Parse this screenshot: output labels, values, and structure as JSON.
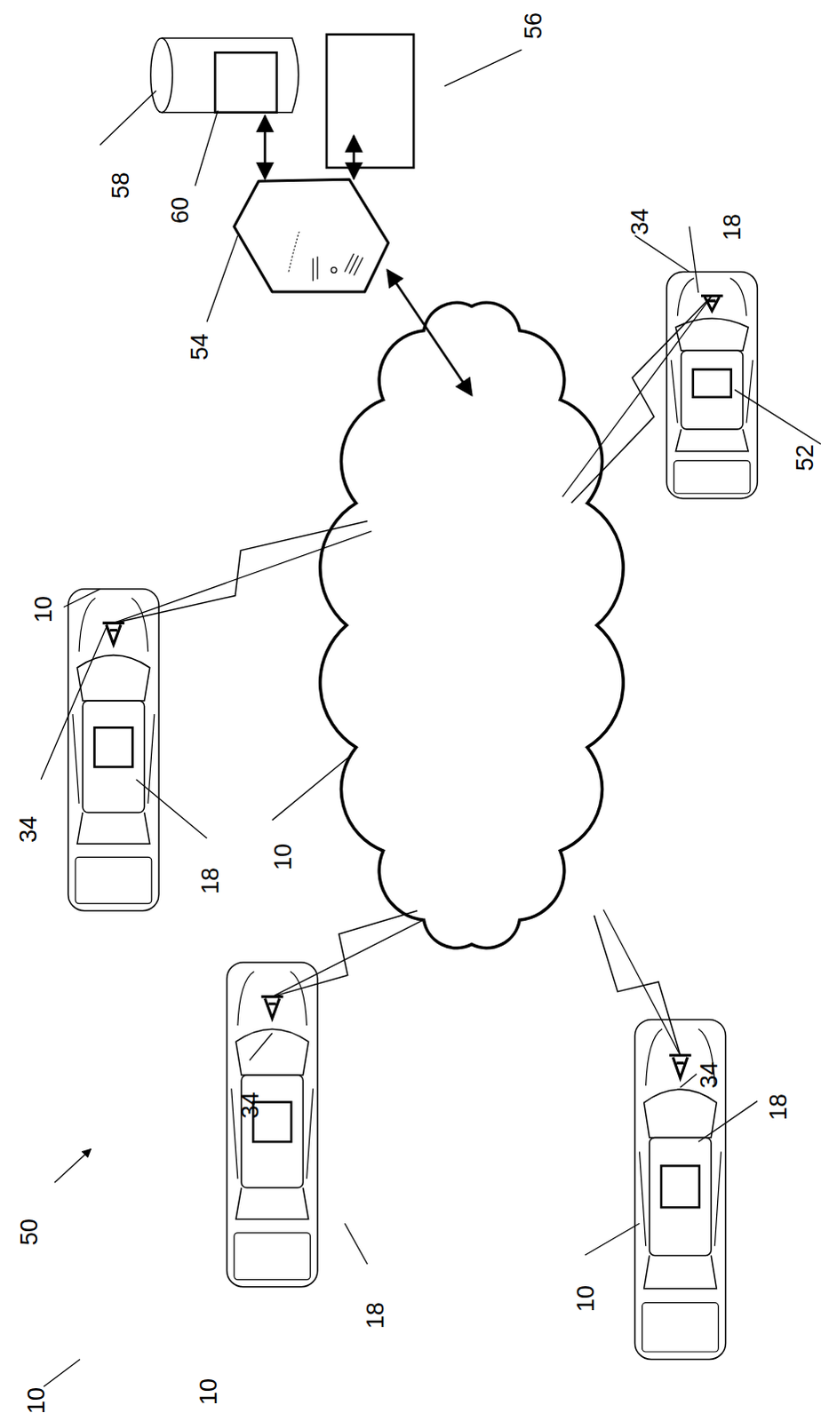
{
  "diagram": {
    "labels": [
      "56",
      "58",
      "60",
      "54",
      "10",
      "34",
      "18",
      "10",
      "34",
      "18",
      "52",
      "10",
      "34",
      "18",
      "34",
      "18",
      "10",
      "50",
      "10"
    ]
  }
}
